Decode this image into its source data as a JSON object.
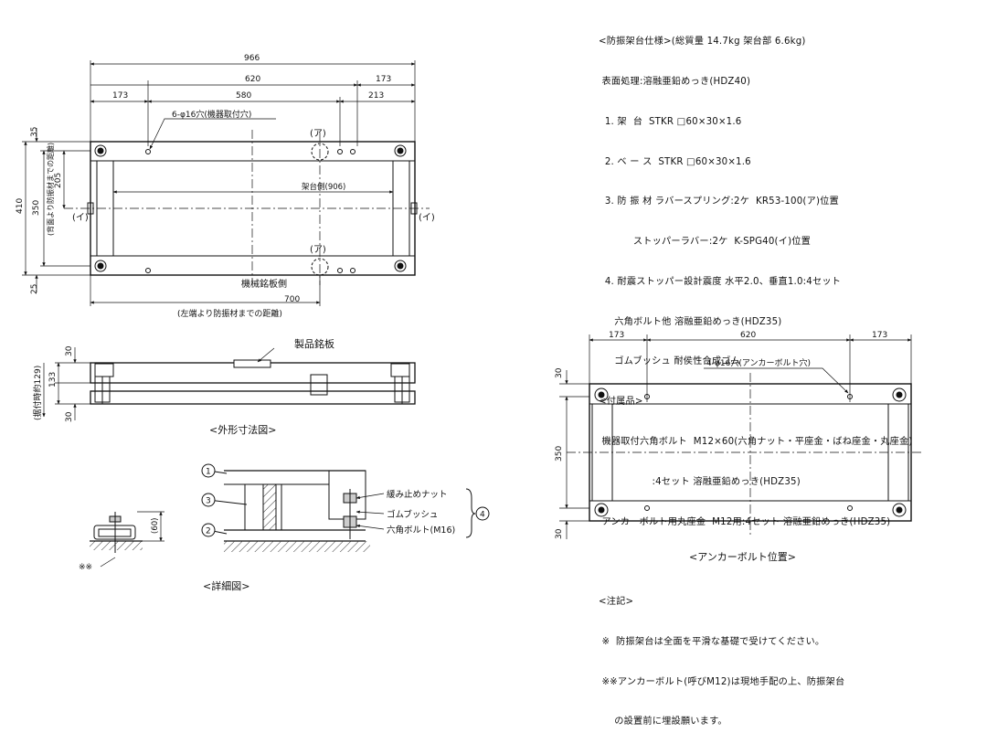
{
  "dimensions": {
    "top_966": "966",
    "top_620": "620",
    "top_173_right": "173",
    "top_173_left": "173",
    "top_580": "580",
    "top_213": "213",
    "left_410": "410",
    "left_350": "350",
    "left_35": "35",
    "left_25": "25",
    "left_205": "205",
    "bottom_700": "700",
    "side_30_top": "30",
    "side_133": "133",
    "side_30_bottom": "30",
    "detail_60": "(60)",
    "anchor_173_left": "173",
    "anchor_620": "620",
    "anchor_173_right": "173",
    "anchor_30_top": "30",
    "anchor_350": "350",
    "anchor_30_bottom": "30"
  },
  "labels": {
    "mount_holes": "6-φ16穴(機器取付穴)",
    "a_top": "(ア)",
    "a_bottom": "(ア)",
    "i_left": "(イ)",
    "i_right": "(イ)",
    "frame_side": "架台側(906)",
    "nameplate_side": "機械銘板側",
    "distance_caption": "(左端より防振材までの距離)",
    "back_distance": "(背面より防振材までの距離)",
    "product_plate": "製品銘板",
    "install_height": "(据付時約129)",
    "outline_title": "<外形寸法図>",
    "detail_title": "<詳細図>",
    "anchor_title": "<アンカーボルト位置>",
    "anchor_holes": "4-φ16穴(アンカーボルト穴)",
    "lock_nut": "緩み止めナット",
    "rubber_bush": "ゴムブッシュ",
    "hex_bolt": "六角ボルト(M16)",
    "callout_1": "1",
    "callout_2": "2",
    "callout_3": "3",
    "callout_4": "4",
    "kome_kome": "※※"
  },
  "notes": [
    "<防振架台仕様>(総質量 14.7kg 架台部 6.6kg)",
    " 表面処理:溶融亜鉛めっき(HDZ40)",
    "  1. 架  台  STKR □60×30×1.6",
    "  2. ベ ー ス  STKR □60×30×1.6",
    "  3. 防 振 材 ラバースプリング:2ケ  KR53-100(ア)位置",
    "           ストッパーラバー:2ケ  K-SPG40(イ)位置",
    "  4. 耐震ストッパー設計震度 水平2.0、垂直1.0:4セット",
    "     六角ボルト他 溶融亜鉛めっき(HDZ35)",
    "     ゴムブッシュ 耐侯性合成ゴム",
    "<付属品>",
    " 機器取付六角ボルト  M12×60(六角ナット・平座金・ばね座金・丸座金)",
    "                 :4セット 溶融亜鉛めっき(HDZ35)",
    " アンカーボルト用丸座金  M12用:4セット 溶融亜鉛めっき(HDZ35)",
    "",
    "<注記>",
    " ※  防振架台は全面を平滑な基礎で受けてください。",
    " ※※アンカーボルト(呼びM12)は現地手配の上、防振架台",
    "     の設置前に埋設願います。"
  ]
}
